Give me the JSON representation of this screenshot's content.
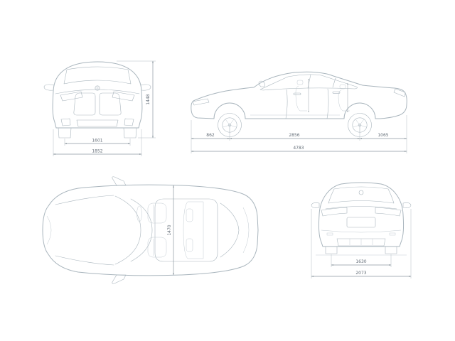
{
  "colors": {
    "background": "#ffffff",
    "body_line": "#a9b5bd",
    "dimension_line": "#8d98a0",
    "dimension_text": "#646e78"
  },
  "icons": {
    "brand_roundel": "bmw-roundel-icon"
  },
  "dimensions": {
    "front": {
      "track": "1601",
      "overall_width": "1852",
      "overall_height": "1448"
    },
    "side": {
      "front_overhang": "862",
      "wheelbase": "2856",
      "rear_overhang": "1065",
      "overall_length": "4783"
    },
    "top": {
      "cabin_width": "1470"
    },
    "rear": {
      "track": "1630",
      "width_incl_mirrors": "2073"
    }
  }
}
